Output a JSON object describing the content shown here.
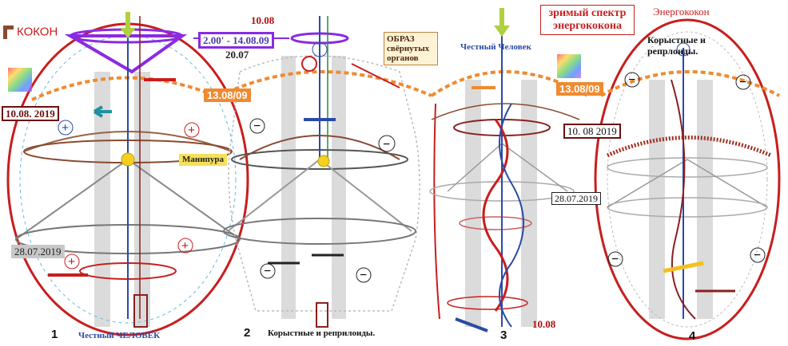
{
  "panel_numbers": [
    "1",
    "2",
    "3",
    "4"
  ],
  "panel1": {
    "title": "КОКОН",
    "date_top": "2.00' - 14.08.09",
    "date_1008": "10.08. 2019",
    "date_2807": "28.07.2019",
    "date_1308": "13.08/09",
    "manipura": "Манипура",
    "caption": "Честный ЧЕЛОВЕК"
  },
  "panel2": {
    "date_1008": "10.08",
    "date_2007": "20.07",
    "organs": "ОБРАЗ свёрнутых органов",
    "caption": "Корыстные и реприлоиды."
  },
  "panel3": {
    "heading": "зримый спектр энергококона",
    "label": "Честный Человек",
    "date_1308": "13.08/09",
    "date_1008": "10. 08  2019",
    "date_2807": "28.07.2019",
    "date_bottom": "10.08"
  },
  "panel4": {
    "title": "Энергококон",
    "label": "Корыстные и репрлоиды."
  },
  "colors": {
    "oval": "#c81e1e",
    "violet": "#8a2be2",
    "orange": "#f08a30",
    "blue": "#2a4aa8",
    "darkred": "#6a1010"
  }
}
